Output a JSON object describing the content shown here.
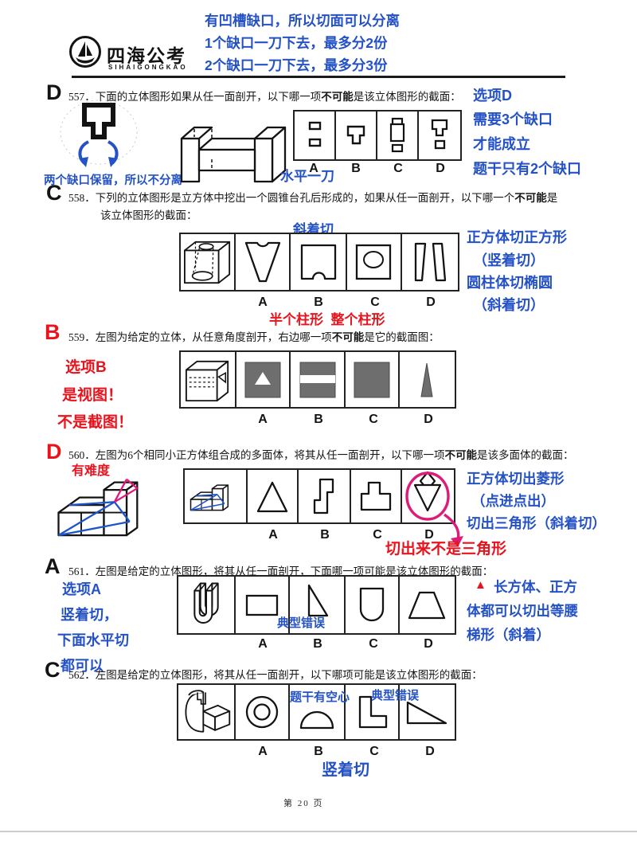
{
  "header": {
    "brand": "四海公考",
    "brand_sub": "SIHAIGONGKAO",
    "notes": [
      "有凹槽缺口，所以切面可以分离",
      "1个缺口一刀下去，最多分2份",
      "2个缺口一刀下去，最多分3份"
    ]
  },
  "colors": {
    "blue": "#2452c6",
    "red": "#e8131d",
    "pink": "#dd1b78",
    "gray_fill": "#6e6e6e"
  },
  "q557": {
    "answer": "D",
    "num": "557．",
    "pre": "下面的立体图形如果从任一面剖开，以下哪一项",
    "em": "不可能",
    "post": "是该立体图形的截面：",
    "sketch_note": "两个缺口保留，所以不分离",
    "cut_note": "水平一刀",
    "side_notes": [
      "选项D",
      "需要3个缺口",
      "才能成立",
      "题干只有2个缺口"
    ],
    "options": [
      "A",
      "B",
      "C",
      "D"
    ]
  },
  "q558": {
    "answer": "C",
    "num": "558．",
    "pre": "下列的立体图形是立方体中挖出一个圆锥台孔后形成的，如果从任一面剖开，以下哪一个",
    "em": "不可能",
    "post": "是",
    "line2": "该立体图形的截面：",
    "top_note": "斜着切",
    "red_note": "半个柱形  整个柱形",
    "side_notes": [
      "正方体切正方形",
      "（竖着切）",
      "圆柱体切椭圆",
      "（斜着切）"
    ],
    "options": [
      "A",
      "B",
      "C",
      "D"
    ]
  },
  "q559": {
    "answer": "B",
    "num": "559．",
    "pre": "左图为给定的立体，从任意角度剖开，右边哪一项",
    "em": "不可能",
    "post": "是它的截面图：",
    "left_notes": [
      "选项B",
      "是视图！",
      "不是截图！"
    ],
    "options": [
      "A",
      "B",
      "C",
      "D"
    ]
  },
  "q560": {
    "answer": "D",
    "num": "560．",
    "pre": "左图为6个相同小正方体组合成的多面体，将其从任一面剖开，以下哪一项",
    "em": "不可能",
    "post": "是该多面体的截面：",
    "difficulty": "有难度",
    "red_note": "切出来不是三角形",
    "side_notes": [
      "正方体切出菱形",
      "（点进点出）",
      "切出三角形（斜着切）"
    ],
    "options": [
      "A",
      "B",
      "C",
      "D"
    ]
  },
  "q561": {
    "answer": "A",
    "num": "561．",
    "pre": "左图是给定的立体图形，将其从任一面剖开，下面哪一项可能是该立体图形的截面：",
    "em": "",
    "post": "",
    "left_notes": [
      "选项A",
      "竖着切，",
      "下面水平切",
      "都可以"
    ],
    "box_note": "典型错误",
    "side_marker": "▲",
    "side_notes": [
      "长方体、正方",
      "体都可以切出等腰",
      "梯形（斜着）"
    ],
    "options": [
      "A",
      "B",
      "C",
      "D"
    ]
  },
  "q562": {
    "answer": "C",
    "num": "562．",
    "pre": "左图是给定的立体图形，将其从任一面剖开，以下哪项可能是该立体图形的截面：",
    "em": "",
    "post": "",
    "box_note_b": "题干有空心",
    "box_note_d": "典型错误",
    "bottom_note": "竖着切",
    "options": [
      "A",
      "B",
      "C",
      "D"
    ]
  },
  "footer": {
    "page": "第 20 页"
  }
}
